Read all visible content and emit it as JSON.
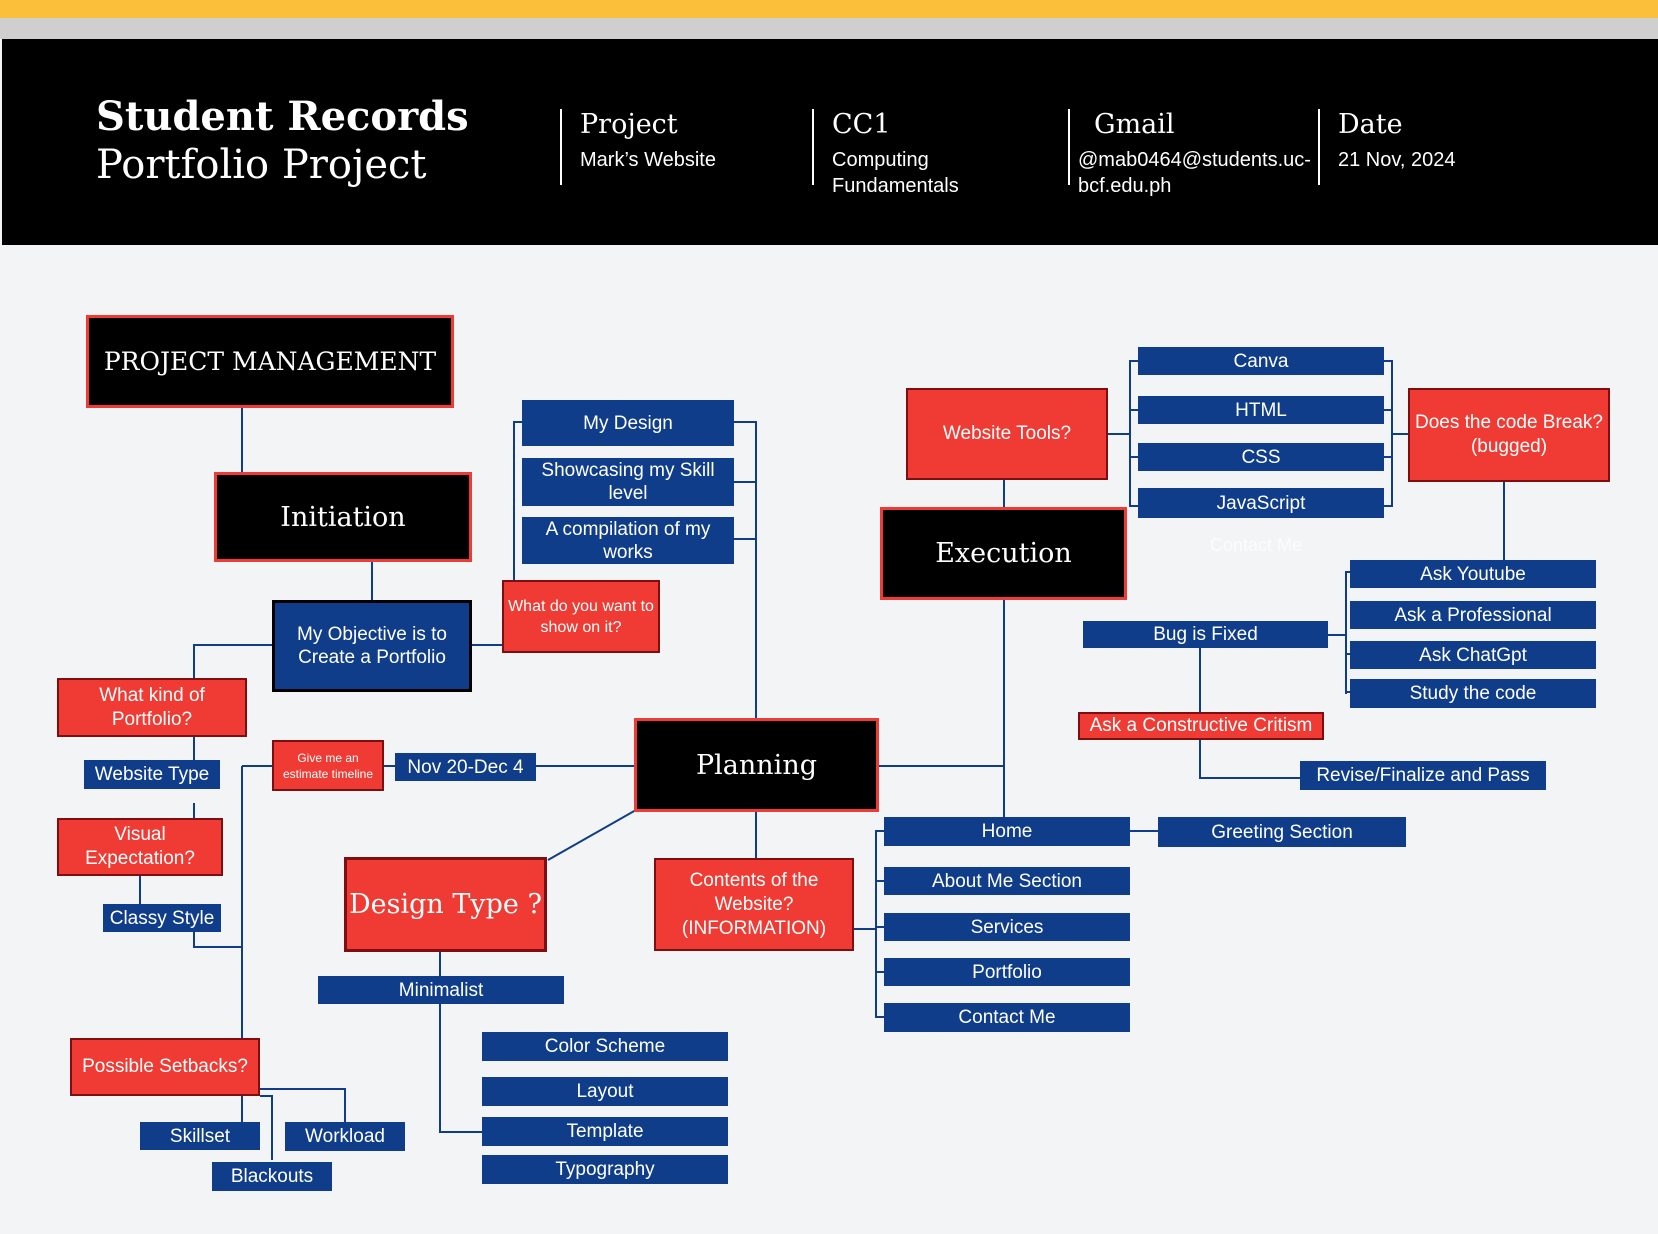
{
  "header": {
    "title_line1": "Student Records",
    "title_line2": "Portfolio Project",
    "columns": [
      {
        "label": "Project",
        "value": "Mark’s Website"
      },
      {
        "label": "CC1",
        "value": "Computing Fundamentals"
      },
      {
        "label": "Gmail",
        "value": "@mab0464@students.uc-bcf.edu.ph"
      },
      {
        "label": "Date",
        "value": "21 Nov, 2024"
      }
    ]
  },
  "nodes": {
    "project_management": "PROJECT MANAGEMENT",
    "initiation": "Initiation",
    "objective": "My Objective is to Create a Portfolio",
    "what_kind": "What kind of Portfolio?",
    "website_type": "Website Type",
    "visual_expectation": "Visual Expectation?",
    "classy_style": "Classy Style",
    "possible_setbacks": "Possible Setbacks?",
    "skillset": "Skillset",
    "workload": "Workload",
    "blackouts": "Blackouts",
    "estimate_timeline": "Give me an estimate timeline",
    "nov_dec": "Nov 20-Dec 4",
    "my_design": "My Design",
    "showcasing": "Showcasing my Skill level",
    "compilation": "A compilation of my works",
    "what_show": "What do you want to show on it?",
    "planning": "Planning",
    "design_type": "Design Type ?",
    "minimalist": "Minimalist",
    "color_scheme": "Color Scheme",
    "layout": "Layout",
    "template": "Template",
    "typography": "Typography",
    "contents": "Contents of the Website? (INFORMATION)",
    "home": "Home",
    "greeting": "Greeting Section",
    "about_me": "About Me Section",
    "services": "Services",
    "portfolio": "Portfolio",
    "contact_me": "Contact Me",
    "execution": "Execution",
    "website_tools": "Website Tools?",
    "canva": "Canva",
    "html": "HTML",
    "css": "CSS",
    "javascript": "JavaScript",
    "ghost_contact": "Contact Me",
    "does_code_break": "Does the code Break? (bugged)",
    "ask_youtube": "Ask Youtube",
    "ask_professional": "Ask a Professional",
    "ask_chatgpt": "Ask ChatGpt",
    "study_code": "Study the code",
    "bug_fixed": "Bug is Fixed",
    "constructive": "Ask a Constructive Critism",
    "revise": "Revise/Finalize and Pass"
  },
  "colors": {
    "header_bg": "#000000",
    "accent_yellow": "#fbbf3a",
    "node_blue": "#0f3d8a",
    "node_red": "#ef3b33",
    "page_bg": "#f3f4f6"
  }
}
